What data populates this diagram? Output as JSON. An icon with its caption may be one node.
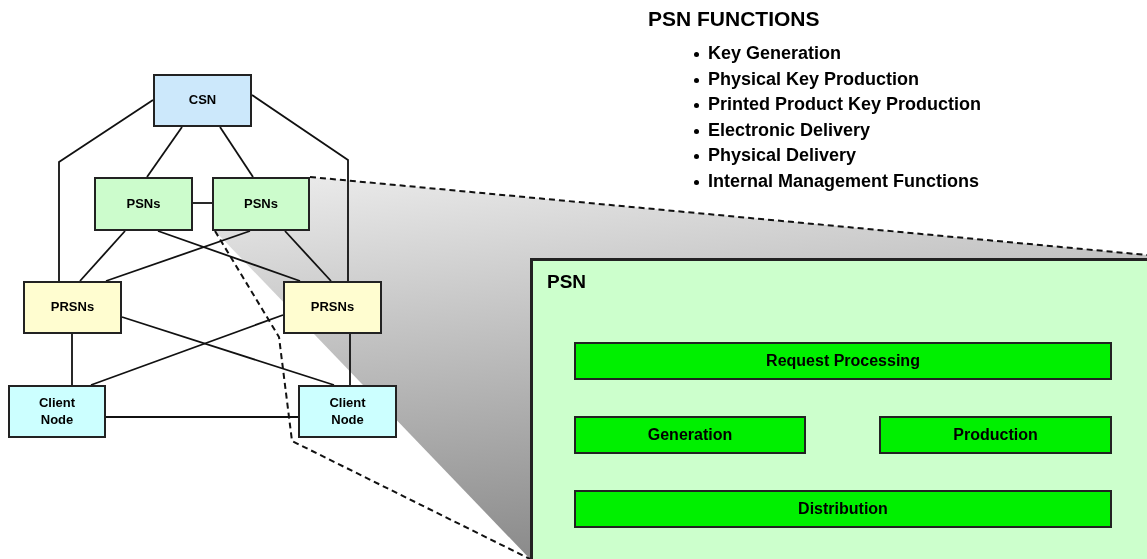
{
  "diagram": {
    "nodes": [
      {
        "text": [
          "CSN"
        ]
      },
      {
        "text": [
          "PSNs"
        ]
      },
      {
        "text": [
          "PSNs"
        ]
      },
      {
        "text": [
          "PRSNs"
        ]
      },
      {
        "text": [
          "PRSNs"
        ]
      },
      {
        "text": [
          "Client Node"
        ]
      },
      {
        "text": [
          "Client Node"
        ]
      },
      {
        "text": [
          "PSN"
        ]
      },
      {
        "text": [
          "Request Processing"
        ],
        "in": 7
      },
      {
        "text": [
          "Generation"
        ],
        "in": 7
      },
      {
        "text": [
          "Production"
        ],
        "in": 7
      },
      {
        "text": [
          "Distribution"
        ],
        "in": 7
      }
    ],
    "edges": [
      {
        "from": 0,
        "to": 3,
        "arrow": "none"
      },
      {
        "from": 0,
        "to": 1,
        "arrow": "none"
      },
      {
        "from": 0,
        "to": 2,
        "arrow": "none"
      },
      {
        "from": 0,
        "to": 4,
        "arrow": "none"
      },
      {
        "from": 1,
        "to": 2,
        "arrow": "none"
      },
      {
        "from": 1,
        "to": 3,
        "arrow": "none"
      },
      {
        "from": 1,
        "to": 4,
        "arrow": "none"
      },
      {
        "from": 2,
        "to": 3,
        "arrow": "none"
      },
      {
        "from": 2,
        "to": 4,
        "arrow": "none"
      },
      {
        "from": 3,
        "to": 5,
        "arrow": "none"
      },
      {
        "from": 3,
        "to": 6,
        "arrow": "none"
      },
      {
        "from": 4,
        "to": 5,
        "arrow": "none"
      },
      {
        "from": 4,
        "to": 6,
        "arrow": "none"
      },
      {
        "from": 5,
        "to": 6,
        "arrow": "none"
      },
      {
        "from": 2,
        "to": 7,
        "arrow": "none",
        "style": "dashed"
      },
      {
        "from": 2,
        "to": 7,
        "arrow": "none",
        "style": "dashed"
      }
    ],
    "labels": [
      "PSN FUNCTIONS",
      "Key Generation",
      "Physical Key Production",
      "Printed Product Key Production",
      "Electronic Delivery",
      "Physical Delivery",
      "Internal Management Functions"
    ]
  }
}
